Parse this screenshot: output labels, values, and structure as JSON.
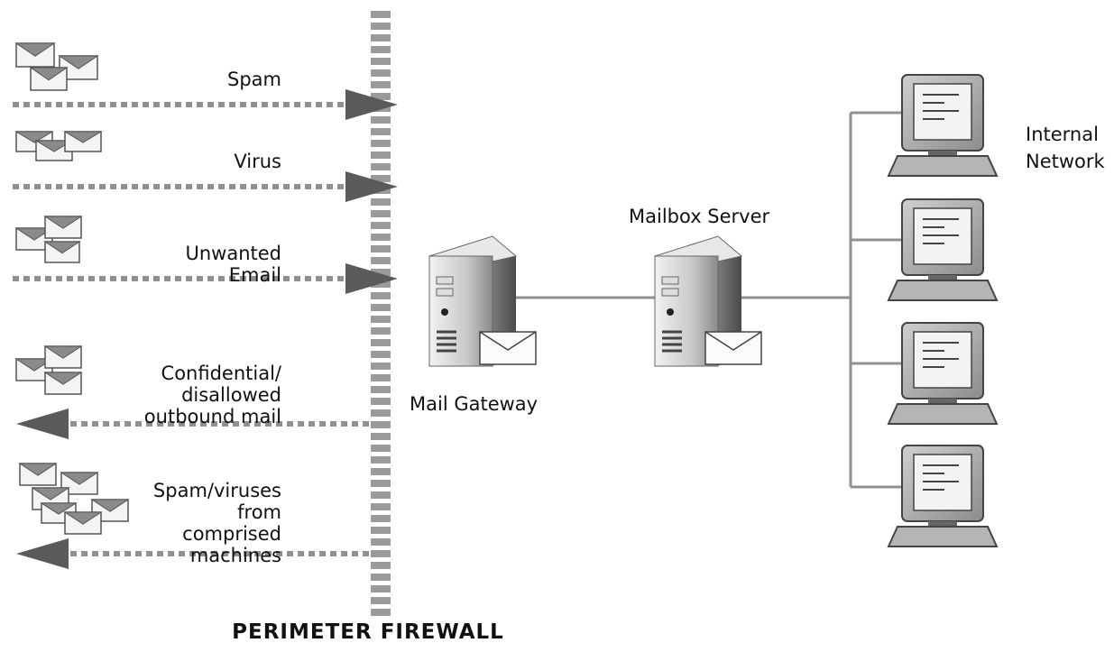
{
  "inbound": [
    {
      "label": "Spam"
    },
    {
      "label": "Virus"
    },
    {
      "label": "Unwanted\nEmail"
    }
  ],
  "outbound": [
    {
      "label": "Confidential/\ndisallowed\noutbound mail"
    },
    {
      "label": "Spam/viruses\nfrom\ncomprised\nmachines"
    }
  ],
  "nodes": {
    "mail_gateway": "Mail Gateway",
    "mailbox_server": "Mailbox Server",
    "internal_network": "Internal\nNetwork"
  },
  "firewall_label": "PERIMETER FIREWALL",
  "icons": {
    "envelope": "envelope-icon",
    "server": "server-icon",
    "computer": "computer-icon"
  },
  "colors": {
    "line": "#909090",
    "arrow": "#5a5a5a",
    "firewall": "#9a9a9a",
    "envelope_fill": "#f4f4f4",
    "envelope_stroke": "#555555"
  }
}
